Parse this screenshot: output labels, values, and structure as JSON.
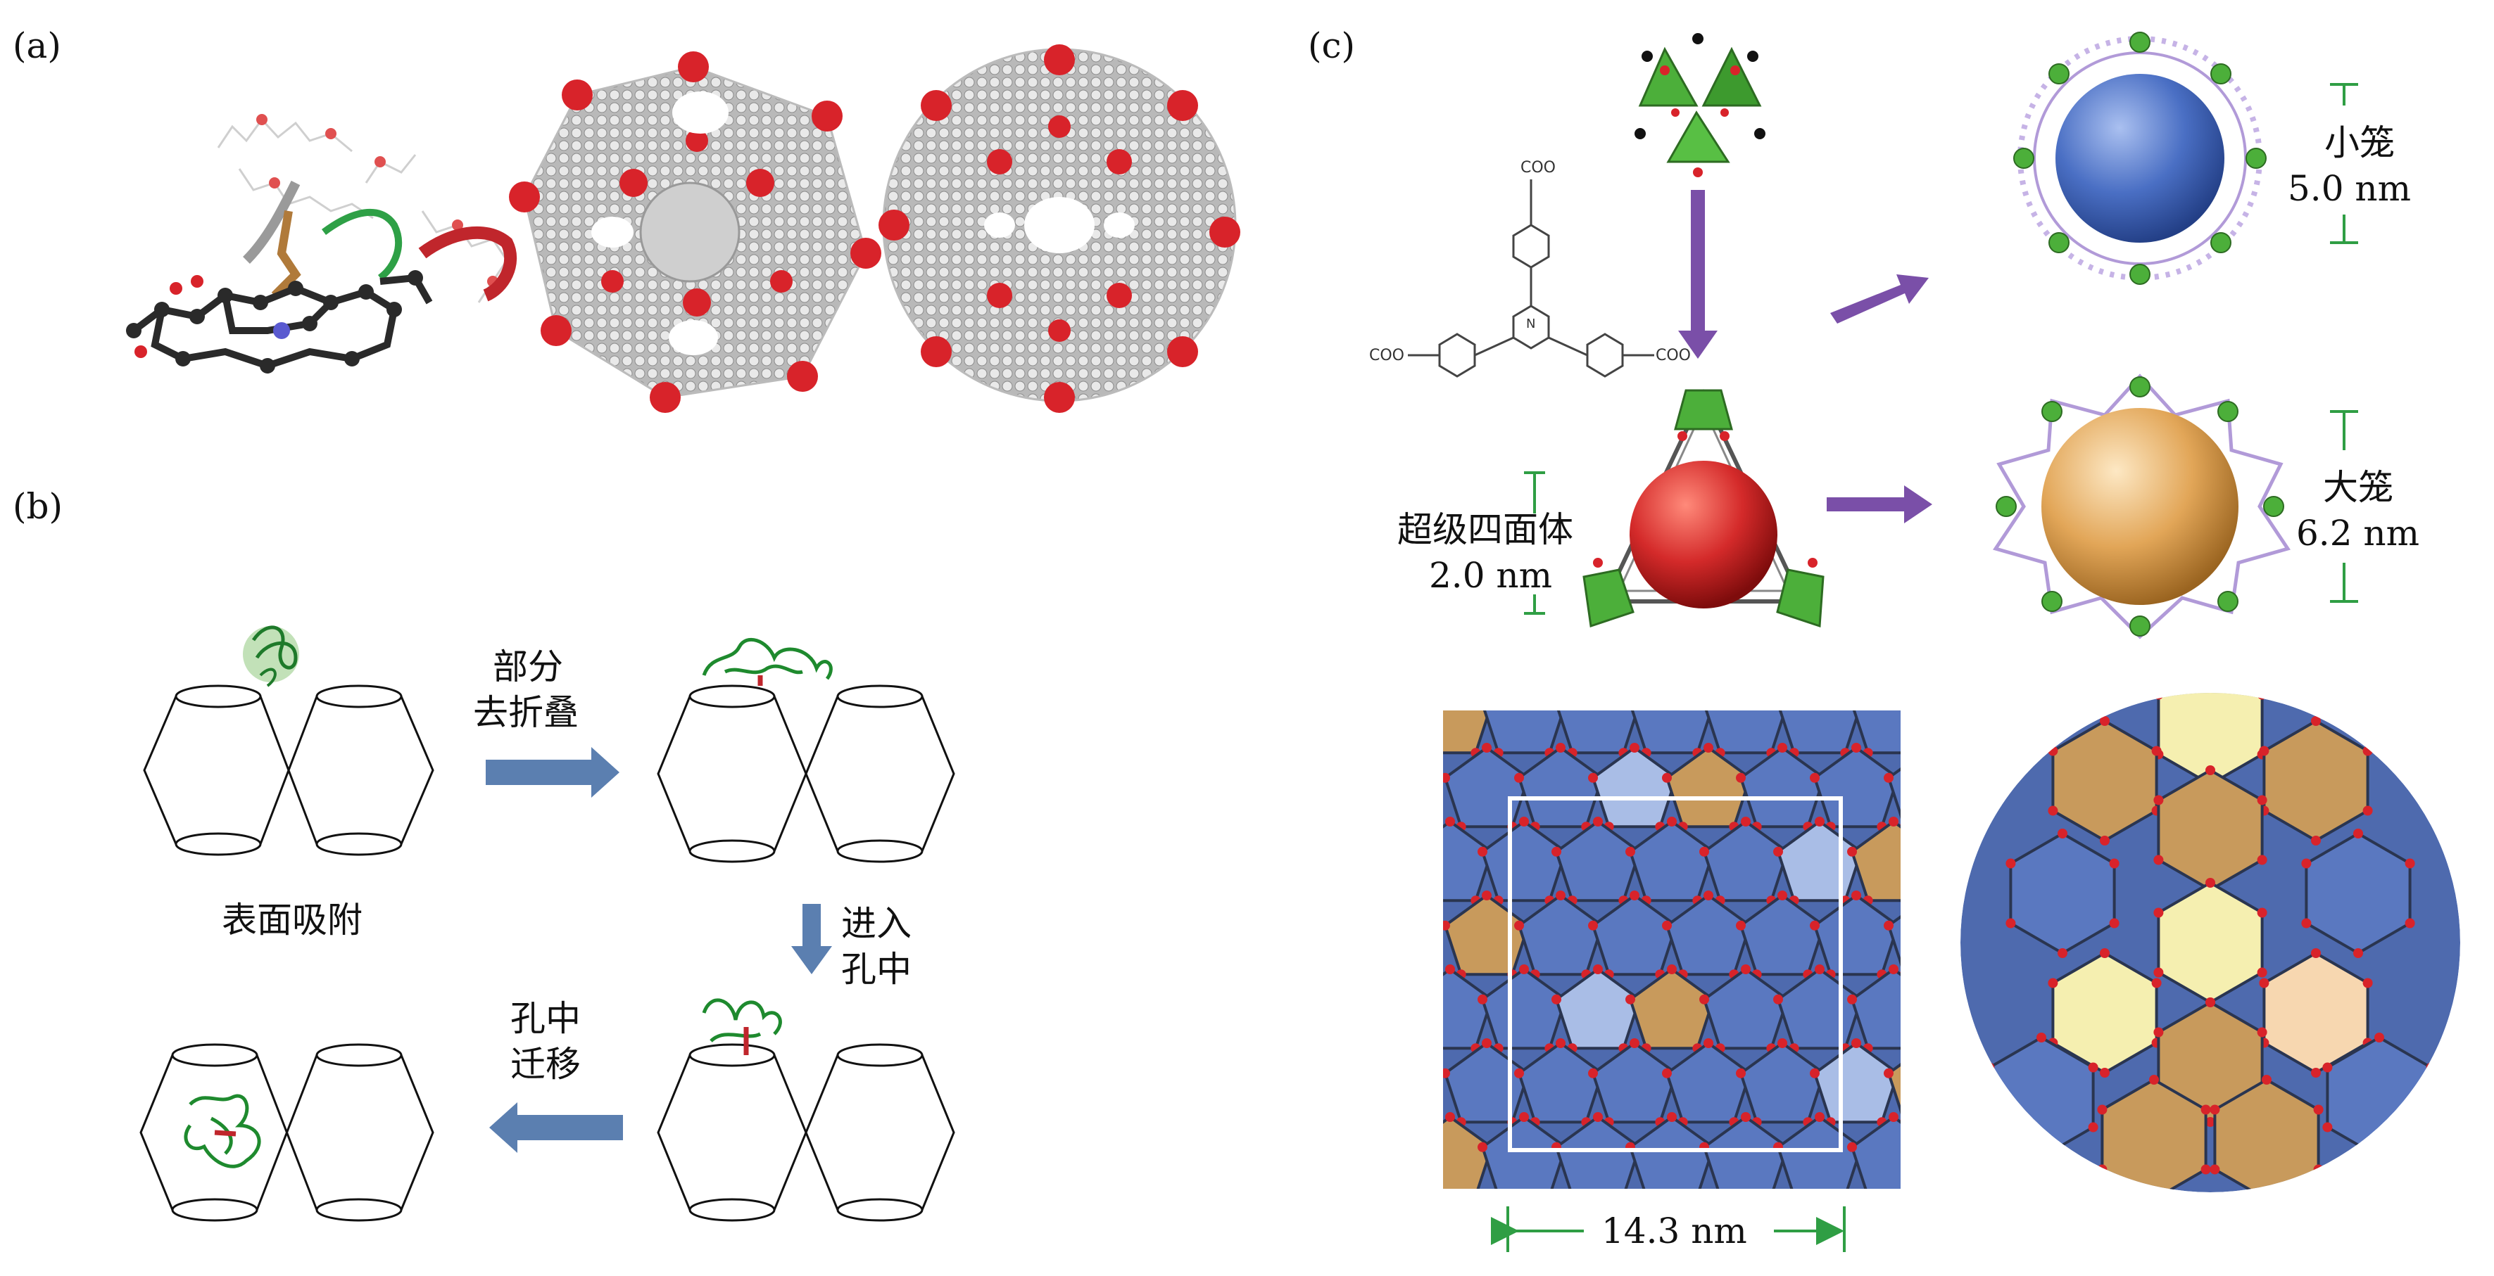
{
  "panels": {
    "a": {
      "label": "(a)"
    },
    "b": {
      "label": "(b)",
      "step1": "表面吸附",
      "step2_line1": "部分",
      "step2_line2": "去折叠",
      "step3_line1": "进入",
      "step3_line2": "孔中",
      "step4_line1": "孔中",
      "step4_line2": "迁移"
    },
    "c": {
      "label": "(c)",
      "supertetrahedron_name": "超级四面体",
      "supertetrahedron_size": "2.0 nm",
      "small_cage_name": "小笼",
      "small_cage_size": "5.0 nm",
      "large_cage_name": "大笼",
      "large_cage_size": "6.2 nm",
      "lattice_size": "14.3 nm",
      "ligand_coo": "COO",
      "ligand_atom": "N"
    }
  },
  "colors": {
    "arrow_blue": "#5b7fb0",
    "arrow_purple": "#7a4fa8",
    "green_poly": "#4caf3a",
    "oxygen_red": "#d8232a",
    "sphere_blue": "#4a6fc4",
    "sphere_orange": "#e2a658",
    "sphere_red": "#d42a2a",
    "cell_blue": "#5a78c0",
    "cell_orange": "#c89a5c",
    "cell_pale": "#f5efb0",
    "dim_green": "#2f9e44"
  }
}
